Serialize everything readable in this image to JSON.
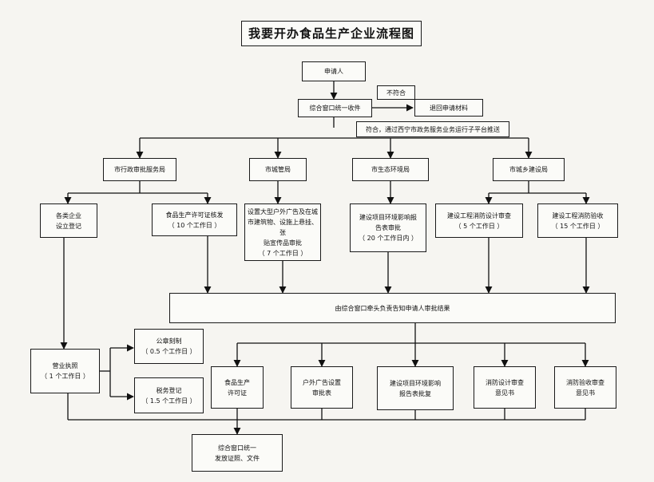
{
  "title": "我要开办食品生产企业流程图",
  "applicant": "申请人",
  "reject_label": "不符合",
  "window_receive": "综合窗口统一收件",
  "return_materials": "退回申请材料",
  "pass_note": "符合，通过西宁市政务服务业务运行子平台推送",
  "departments": [
    "市行政审批服务局",
    "市城管局",
    "市生态环境局",
    "市城乡建设局"
  ],
  "items": {
    "enterprise_reg": [
      "各类企业",
      "设立登记"
    ],
    "food_license": [
      "食品生产许可证核发",
      "（ 10 个工作日 ）"
    ],
    "ad_approval": [
      "设置大型户外广告及在城",
      "市建筑物、设施上悬挂、张",
      "贴宣传品审批",
      "（ 7 个工作日 ）"
    ],
    "eia_approval": [
      "建设项目环境影响报",
      "告表审批",
      "（ 20 个工作日内 ）"
    ],
    "fire_design": [
      "建设工程消防设计审查",
      "（ 5 个工作日 ）"
    ],
    "fire_acceptance": [
      "建设工程消防验收",
      "（ 15 个工作日 ）"
    ]
  },
  "notify_bar": "由综合窗口牵头负责告知申请人审批结果",
  "business_license": [
    "营业执照",
    "（ 1 个工作日 ）"
  ],
  "seal_engraving": [
    "公章刻制",
    "（ 0.5 个工作日 ）"
  ],
  "tax_registration": [
    "税务登记",
    "（ 1.5 个工作日 ）"
  ],
  "results": [
    [
      "食品生产",
      "许可证"
    ],
    [
      "户外广告设置",
      "审批表"
    ],
    [
      "建设项目环境影响",
      "报告表批复"
    ],
    [
      "消防设计审查",
      "意见书"
    ],
    [
      "消防验收审查",
      "意见书"
    ]
  ],
  "final": [
    "综合窗口统一",
    "发放证照、文件"
  ]
}
